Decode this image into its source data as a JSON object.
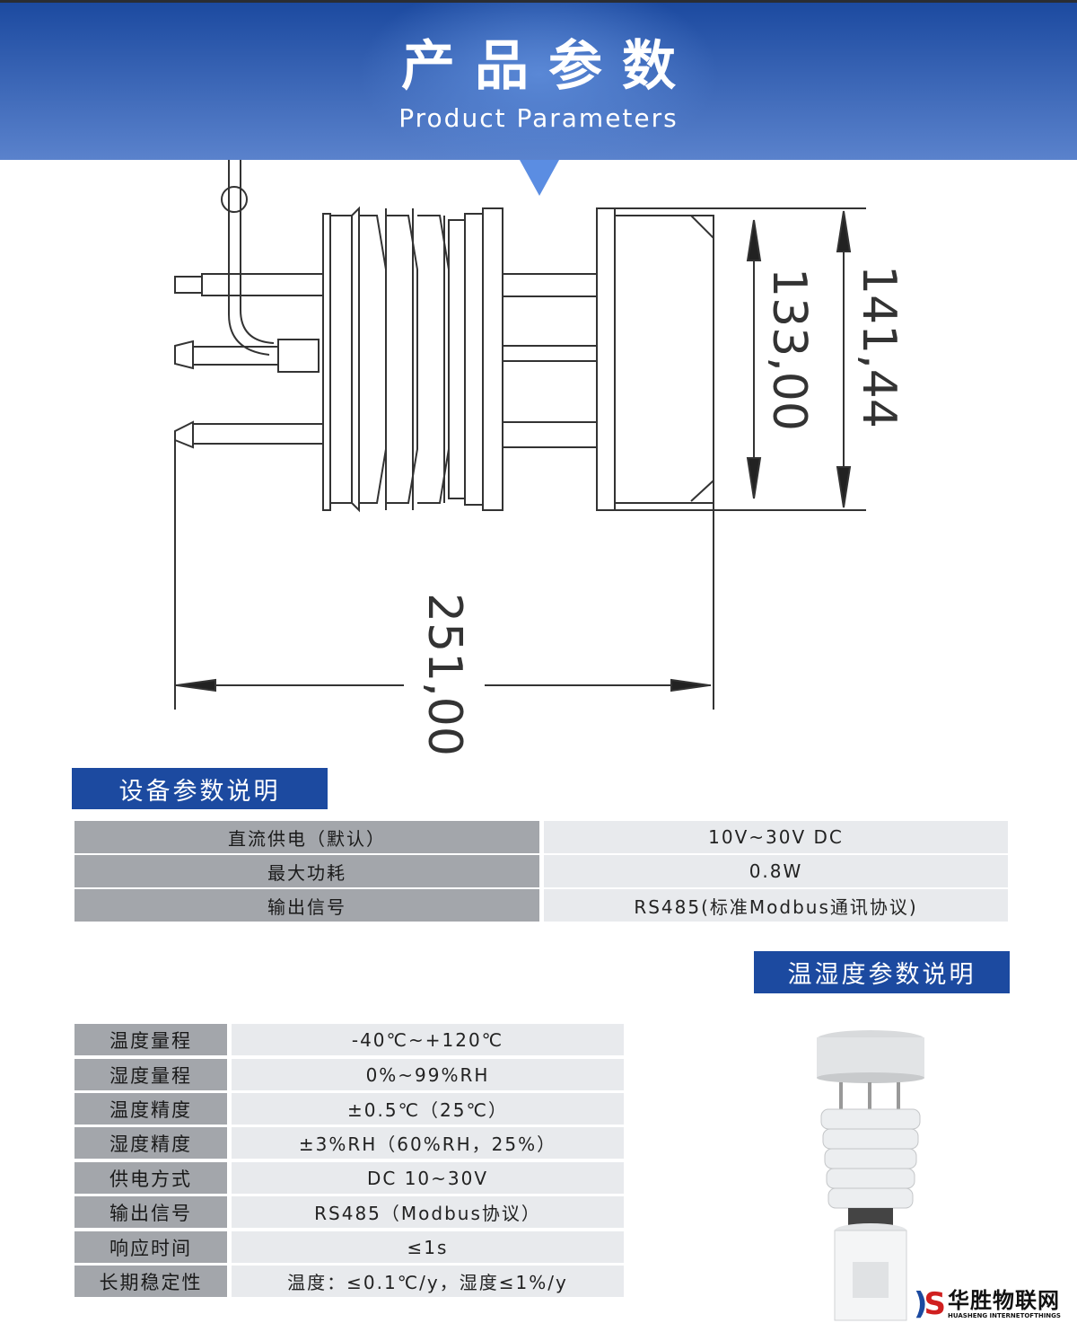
{
  "header": {
    "title": "产品参数",
    "subtitle": "Product Parameters"
  },
  "drawing": {
    "dim_height_inner": "133,00",
    "dim_height_outer": "141,44",
    "dim_length": "251,00"
  },
  "device_section": {
    "title": "设备参数说明",
    "rows": [
      {
        "label": "直流供电（默认）",
        "value": "10V~30V  DC"
      },
      {
        "label": "最大功耗",
        "value": "0.8W"
      },
      {
        "label": "输出信号",
        "value": "RS485(标准Modbus通讯协议)"
      }
    ]
  },
  "th_section": {
    "title": "温湿度参数说明",
    "rows": [
      {
        "label": "温度量程",
        "value": "-40℃~+120℃"
      },
      {
        "label": "湿度量程",
        "value": "0%~99%RH"
      },
      {
        "label": "温度精度",
        "value": "±0.5℃（25℃）"
      },
      {
        "label": "湿度精度",
        "value": "±3%RH（60%RH，25%）"
      },
      {
        "label": "供电方式",
        "value": "DC 10~30V"
      },
      {
        "label": "输出信号",
        "value": "RS485（Modbus协议）"
      },
      {
        "label": "响应时间",
        "value": "≤1s"
      },
      {
        "label": "长期稳定性",
        "value": "温度：≤0.1℃/y，湿度≤1%/y"
      }
    ]
  },
  "logo": {
    "cn": "华胜物联网",
    "en": "HUASHENG INTERNETOFTHINGS"
  },
  "colors": {
    "brand": "#1c4aa0",
    "label_bg": "#a3a6ab",
    "value_bg": "#e8eaed"
  }
}
